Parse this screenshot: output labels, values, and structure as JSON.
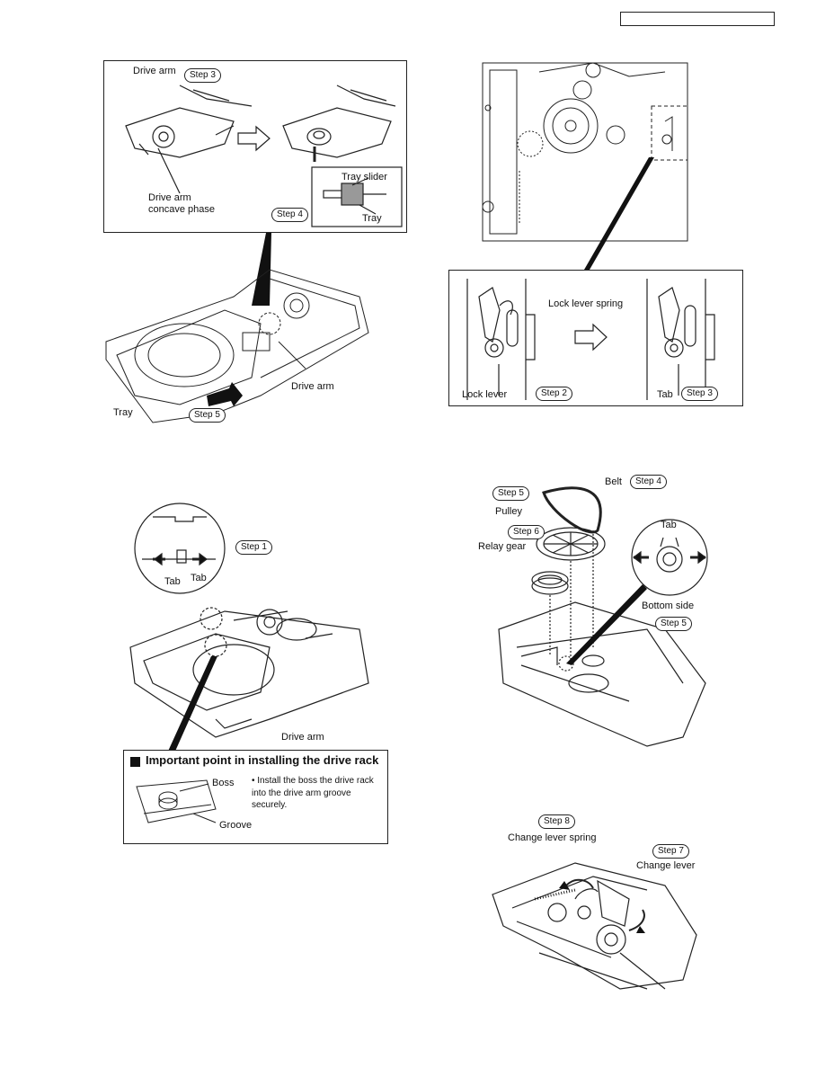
{
  "header_box": "",
  "fig1": {
    "callout": {
      "drive_arm": "Drive arm",
      "step_3": "Step 3",
      "drive_arm_concave": "Drive arm\nconcave phase",
      "step_4": "Step 4",
      "tray_slider": "Tray slider",
      "tray_inset": "Tray"
    },
    "drive_arm": "Drive arm",
    "tray": "Tray",
    "step_5": "Step 5"
  },
  "fig2": {
    "lock_lever_spring": "Lock lever spring",
    "lock_lever": "Lock lever",
    "step_2": "Step 2",
    "tab": "Tab",
    "step_3": "Step 3"
  },
  "fig3": {
    "step_1": "Step 1",
    "tab_left": "Tab",
    "tab_right": "Tab",
    "drive_arm": "Drive arm",
    "important_title": "Important point in installing the drive rack",
    "boss": "Boss",
    "groove": "Groove",
    "note": "• Install the boss the drive rack into the drive arm groove securely."
  },
  "fig4": {
    "belt": "Belt",
    "step_4": "Step 4",
    "step_5_top": "Step 5",
    "pulley": "Pulley",
    "step_6": "Step 6",
    "relay_gear": "Relay gear",
    "tab": "Tab",
    "bottom_side": "Bottom side",
    "step_5_bottom": "Step 5"
  },
  "fig5": {
    "step_8": "Step 8",
    "change_lever_spring": "Change lever spring",
    "step_7": "Step 7",
    "change_lever": "Change lever"
  },
  "colors": {
    "ink": "#111111",
    "paper": "#ffffff",
    "shade": "#dddddd"
  }
}
